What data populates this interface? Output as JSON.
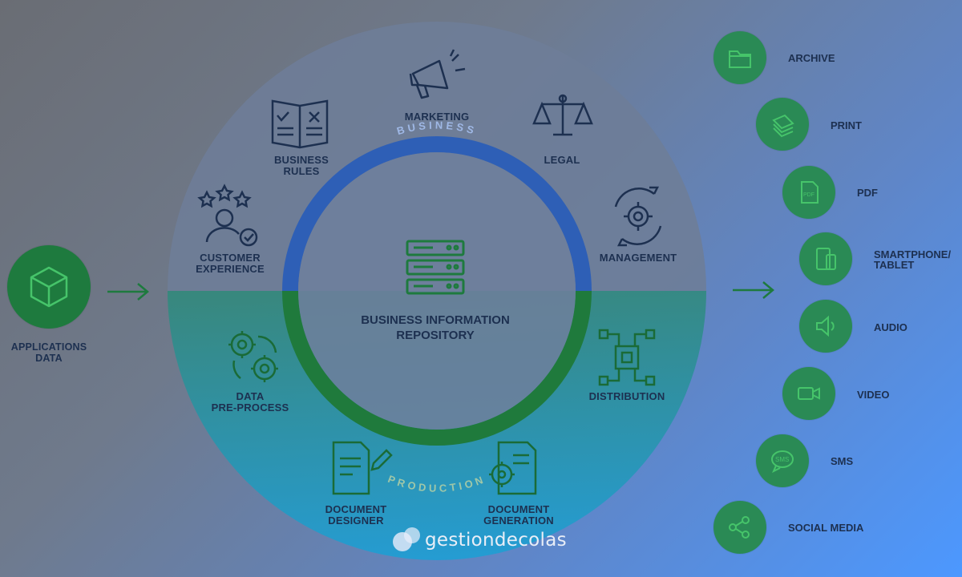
{
  "input": {
    "label": "APPLICATIONS\nDATA",
    "icon": "cube-icon"
  },
  "ring": {
    "business_label": "BUSINESS",
    "production_label": "PRODUCTION",
    "center_title": "BUSINESS INFORMATION\nREPOSITORY"
  },
  "business_items": [
    {
      "label": "MARKETING",
      "icon": "megaphone-icon"
    },
    {
      "label": "BUSINESS\nRULES",
      "icon": "rulebook-icon"
    },
    {
      "label": "LEGAL",
      "icon": "scales-icon"
    },
    {
      "label": "CUSTOMER\nEXPERIENCE",
      "icon": "customer-rating-icon"
    },
    {
      "label": "MANAGEMENT",
      "icon": "gear-cycle-icon"
    }
  ],
  "production_items": [
    {
      "label": "DATA\nPRE-PROCESS",
      "icon": "gears-icon"
    },
    {
      "label": "DISTRIBUTION",
      "icon": "circuit-chip-icon"
    },
    {
      "label": "DOCUMENT\nDESIGNER",
      "icon": "document-pencil-icon"
    },
    {
      "label": "DOCUMENT\nGENERATION",
      "icon": "document-gear-icon"
    }
  ],
  "channels": [
    {
      "label": "ARCHIVE",
      "icon": "folder-icon"
    },
    {
      "label": "PRINT",
      "icon": "printer-paper-icon"
    },
    {
      "label": "PDF",
      "icon": "pdf-file-icon"
    },
    {
      "label": "SMARTPHONE/\nTABLET",
      "icon": "smartphone-tablet-icon"
    },
    {
      "label": "AUDIO",
      "icon": "speaker-icon"
    },
    {
      "label": "VIDEO",
      "icon": "video-camera-icon"
    },
    {
      "label": "SMS",
      "icon": "sms-bubble-icon"
    },
    {
      "label": "SOCIAL MEDIA",
      "icon": "share-icon"
    }
  ],
  "brand": {
    "name": "gestiondecolas",
    "icon": "brand-logo-icon"
  },
  "colors": {
    "green": "#1f8a4c",
    "blue_ring": "#2f63b8",
    "green_ring": "#1e7a3e",
    "label": "#1d3050"
  }
}
